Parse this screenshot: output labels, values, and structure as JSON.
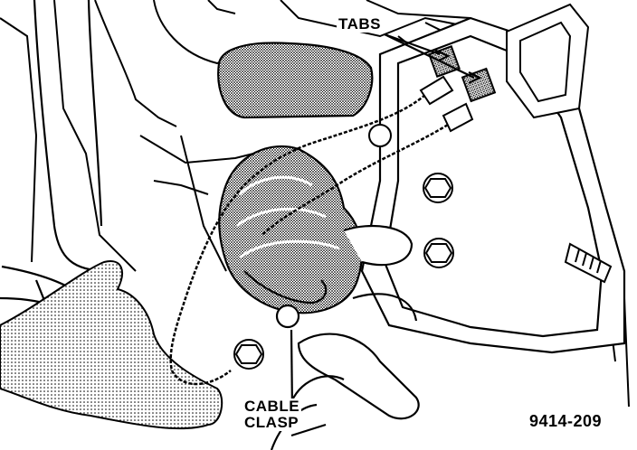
{
  "labels": {
    "tabs": "TABS",
    "cable_line1": "CABLE",
    "cable_line2": "CLASP"
  },
  "figure_number": "9414-209",
  "colors": {
    "ink": "#000000",
    "paper": "#ffffff",
    "shade": "#9a9a9a"
  }
}
